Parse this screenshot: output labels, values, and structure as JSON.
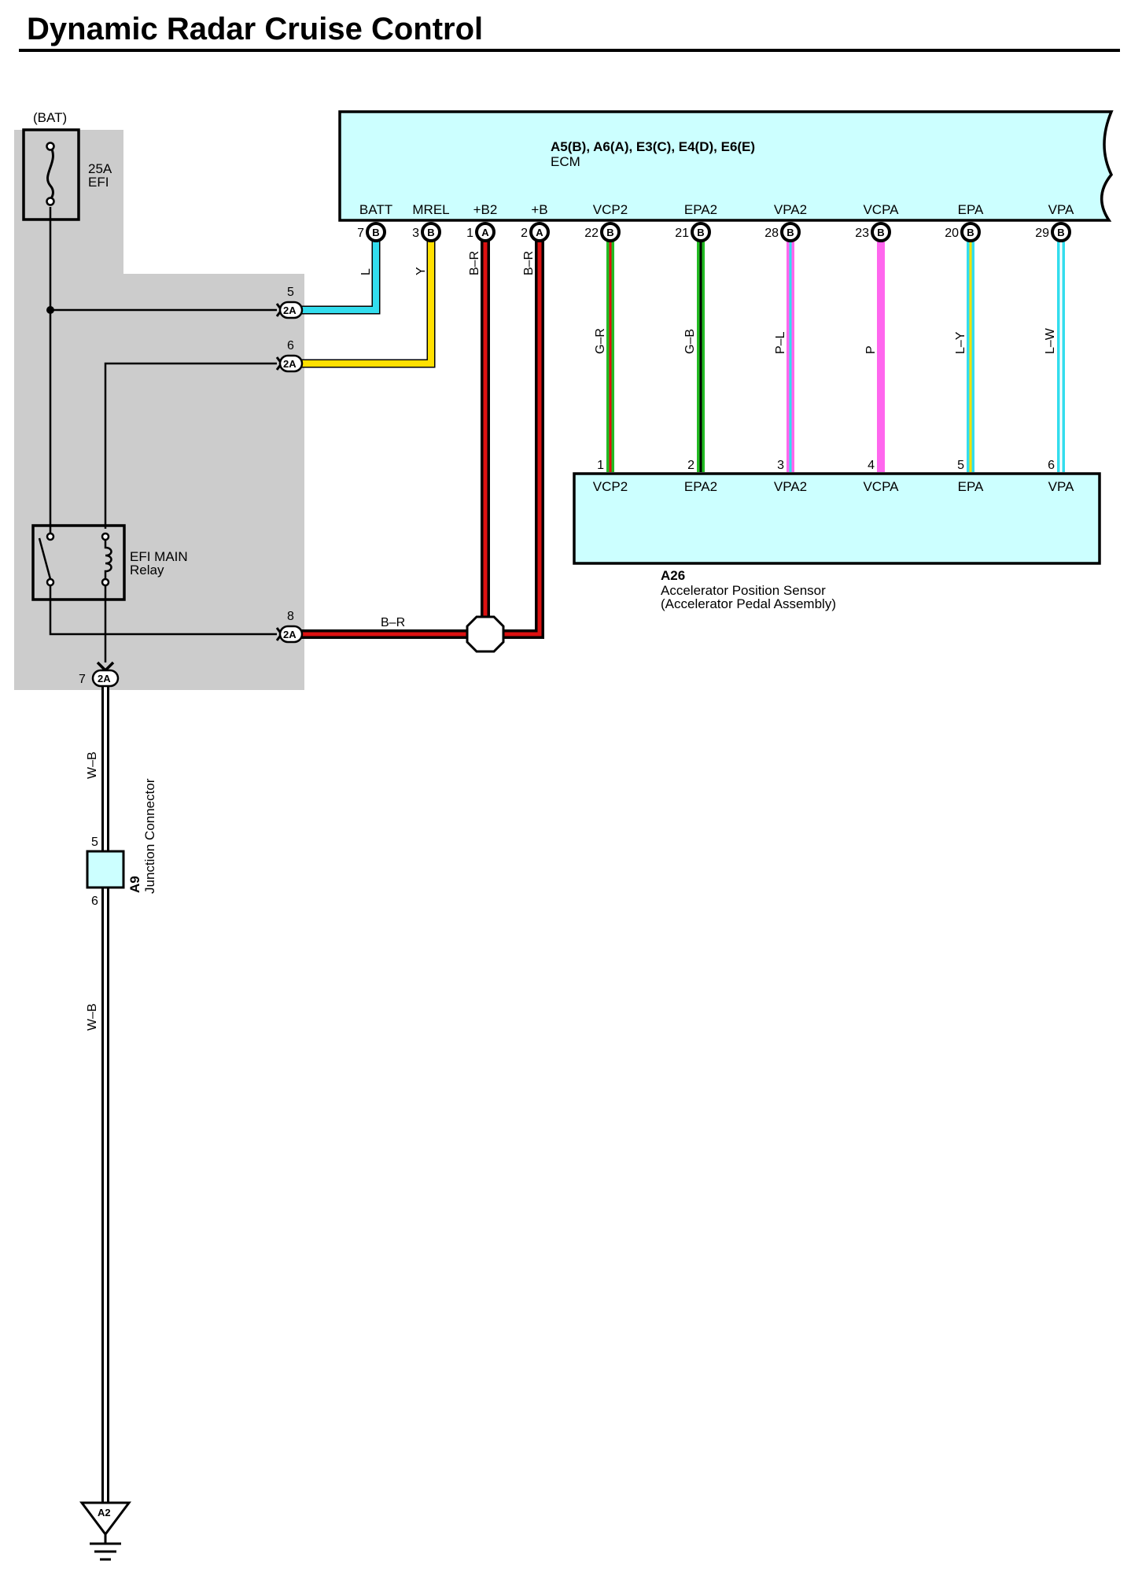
{
  "title": "Dynamic Radar Cruise Control",
  "colors": {
    "box_fill": "#ccffff",
    "shade": "#cccccc",
    "L": "#33ddee",
    "Y": "#ffe000",
    "R": "#dd1111",
    "G": "#22bb22",
    "P": "#ff66ee",
    "W": "#ffffff",
    "B": "#000000"
  },
  "battery": {
    "bat_label": "(BAT)",
    "fuse_rating": "25A",
    "fuse_name": "EFI"
  },
  "relay": {
    "name_line1": "EFI MAIN",
    "name_line2": "Relay"
  },
  "ecm": {
    "connectors": "A5(B), A6(A), E3(C), E4(D), E6(E)",
    "name": "ECM",
    "terminals": [
      {
        "name": "BATT",
        "pin": "7",
        "conn": "B"
      },
      {
        "name": "MREL",
        "pin": "3",
        "conn": "B"
      },
      {
        "name": "+B2",
        "pin": "1",
        "conn": "A"
      },
      {
        "name": "+B",
        "pin": "2",
        "conn": "A"
      },
      {
        "name": "VCP2",
        "pin": "22",
        "conn": "B"
      },
      {
        "name": "EPA2",
        "pin": "21",
        "conn": "B"
      },
      {
        "name": "VPA2",
        "pin": "28",
        "conn": "B"
      },
      {
        "name": "VCPA",
        "pin": "23",
        "conn": "B"
      },
      {
        "name": "EPA",
        "pin": "20",
        "conn": "B"
      },
      {
        "name": "VPA",
        "pin": "29",
        "conn": "B"
      }
    ]
  },
  "sensor": {
    "code": "A26",
    "name_line1": "Accelerator Position Sensor",
    "name_line2": "(Accelerator Pedal Assembly)",
    "terminals": [
      {
        "name": "VCP2",
        "pin": "1"
      },
      {
        "name": "EPA2",
        "pin": "2"
      },
      {
        "name": "VPA2",
        "pin": "3"
      },
      {
        "name": "VCPA",
        "pin": "4"
      },
      {
        "name": "EPA",
        "pin": "5"
      },
      {
        "name": "VPA",
        "pin": "6"
      }
    ]
  },
  "wires": {
    "batt": "L",
    "mrel": "Y",
    "b2": "B–R",
    "b": "B–R",
    "relay_out": "B–R",
    "vcp2": "G–R",
    "epa2": "G–B",
    "vpa2": "P–L",
    "vcpa": "P",
    "epa": "L–Y",
    "vpa": "L–W",
    "ground_upper": "W–B",
    "ground_lower": "W–B"
  },
  "junction_block": {
    "conn": "2A",
    "pins": [
      "5",
      "6",
      "8",
      "7"
    ]
  },
  "junction_connector": {
    "code": "A9",
    "name": "Junction Connector",
    "pin_top": "5",
    "pin_bottom": "6"
  },
  "ground": {
    "code": "A2"
  }
}
